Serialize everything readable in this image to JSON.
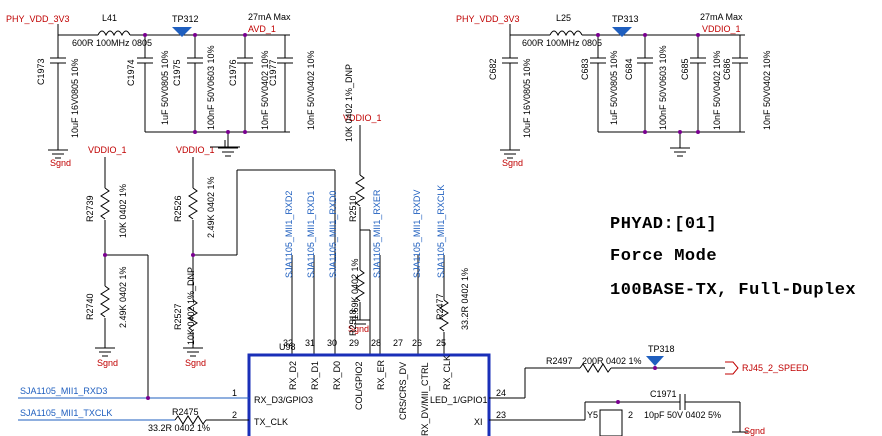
{
  "nets": {
    "phy_vdd_left": "PHY_VDD_3V3",
    "phy_vdd_right": "PHY_VDD_3V3",
    "avd": "AVD_1",
    "vddio_right_top": "VDDIO_1",
    "vddio_a": "VDDIO_1",
    "vddio_b": "VDDIO_1",
    "vddio_c": "VDDIO_1",
    "rj45_speed": "RJ45_2_SPEED",
    "mii_rxd3": "SJA1105_MII1_RXD3",
    "mii_txclk": "SJA1105_MII1_TXCLK",
    "gnd": "Sgnd"
  },
  "vertical_nets": [
    "SJA1105_MII1_RXD2",
    "SJA1105_MII1_RXD1",
    "SJA1105_MII1_RXD0",
    "SJA1105_MII1_RXER",
    "SJA1105_MII1_RXDV",
    "SJA1105_MII1_RXCLK"
  ],
  "testpoints": [
    "TP312",
    "TP313",
    "TP318"
  ],
  "max_current": [
    "27mA Max",
    "27mA Max"
  ],
  "inductors": {
    "l41": {
      "ref": "L41",
      "value": "600R 100MHz 0805"
    },
    "l25": {
      "ref": "L25",
      "value": "600R 100MHz 0805"
    }
  },
  "caps_left": [
    {
      "ref": "C1973",
      "value": "10uF 16V0805 10%"
    },
    {
      "ref": "C1974",
      "value": "1uF 50V0805 10%"
    },
    {
      "ref": "C1975",
      "value": "100nF 50V0603 10%"
    },
    {
      "ref": "C1976",
      "value": "10nF 50V0402 10%"
    },
    {
      "ref": "C1977",
      "value": "10nF 50V0402 10%"
    }
  ],
  "caps_right": [
    {
      "ref": "C682",
      "value": "10uF 16V0805 10%"
    },
    {
      "ref": "C683",
      "value": "1uF 50V0805 10%"
    },
    {
      "ref": "C684",
      "value": "100nF 50V0603 10%"
    },
    {
      "ref": "C685",
      "value": "10nF 50V0402 10%"
    },
    {
      "ref": "C686",
      "value": "10nF 50V0402 10%"
    }
  ],
  "resistors": {
    "r2739": {
      "ref": "R2739",
      "value": "10K 0402 1%"
    },
    "r2740": {
      "ref": "R2740",
      "value": "2.49K 0402 1%"
    },
    "r2526": {
      "ref": "R2526",
      "value": "2.49K 0402 1%"
    },
    "r2527": {
      "ref": "R2527",
      "value": "10K 0402 1%_DNP"
    },
    "r2510": {
      "ref": "R2510",
      "value": "10K 0402 1%_DNP"
    },
    "r2518": {
      "ref": "R2518",
      "value": "1.69K 0402 1%"
    },
    "r2477": {
      "ref": "R2477",
      "value": "33.2R 0402 1%"
    },
    "r2497": {
      "ref": "R2497",
      "value": "200R 0402 1%"
    },
    "r2475": {
      "ref": "R2475",
      "value": "33.2R 0402 1%"
    }
  },
  "cap_c1971": {
    "ref": "C1971",
    "value": "10pF 50V 0402 5%"
  },
  "crystal": {
    "ref": "Y5",
    "pin": "2"
  },
  "chip": {
    "ref": "U98",
    "top_pins": [
      {
        "num": "32",
        "name": "RX_D2"
      },
      {
        "num": "31",
        "name": "RX_D1"
      },
      {
        "num": "30",
        "name": "RX_D0"
      },
      {
        "num": "29",
        "name": "COL/GPIO2"
      },
      {
        "num": "28",
        "name": "RX_ER"
      },
      {
        "num": "27",
        "name": "CRS/CRS_DV"
      },
      {
        "num": "26",
        "name": "RX_DV/MII_CTRL"
      },
      {
        "num": "25",
        "name": "RX_CLK"
      }
    ],
    "left_pins": [
      {
        "num": "1",
        "name": "RX_D3/GPIO3"
      },
      {
        "num": "2",
        "name": "TX_CLK"
      }
    ],
    "right_pins": [
      {
        "num": "24",
        "name": "LED_1/GPIO1"
      },
      {
        "num": "23",
        "name": "XI"
      }
    ]
  },
  "notes": {
    "line1": "PHYAD:[01]",
    "line2": "Force Mode",
    "line3": "100BASE-TX, Full-Duplex"
  }
}
